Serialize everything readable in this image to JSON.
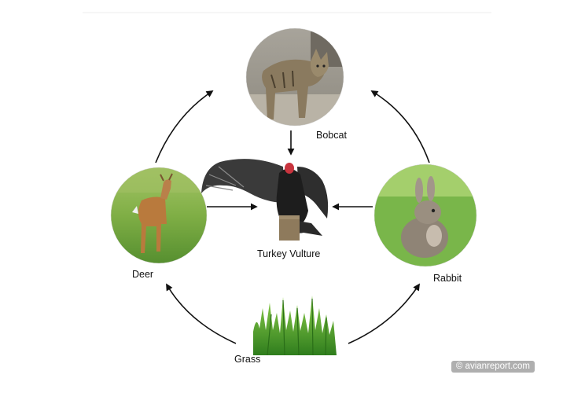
{
  "diagram": {
    "organisms": {
      "bobcat": {
        "label": "Bobcat"
      },
      "deer": {
        "label": "Deer"
      },
      "rabbit": {
        "label": "Rabbit"
      },
      "vulture": {
        "label": "Turkey Vulture"
      },
      "grass": {
        "label": "Grass"
      }
    },
    "arrows": [
      {
        "from": "Grass",
        "to": "Deer"
      },
      {
        "from": "Grass",
        "to": "Rabbit"
      },
      {
        "from": "Deer",
        "to": "Bobcat"
      },
      {
        "from": "Rabbit",
        "to": "Bobcat"
      },
      {
        "from": "Deer",
        "to": "Turkey Vulture"
      },
      {
        "from": "Rabbit",
        "to": "Turkey Vulture"
      },
      {
        "from": "Bobcat",
        "to": "Turkey Vulture"
      }
    ],
    "watermark": "© avianreport.com"
  }
}
